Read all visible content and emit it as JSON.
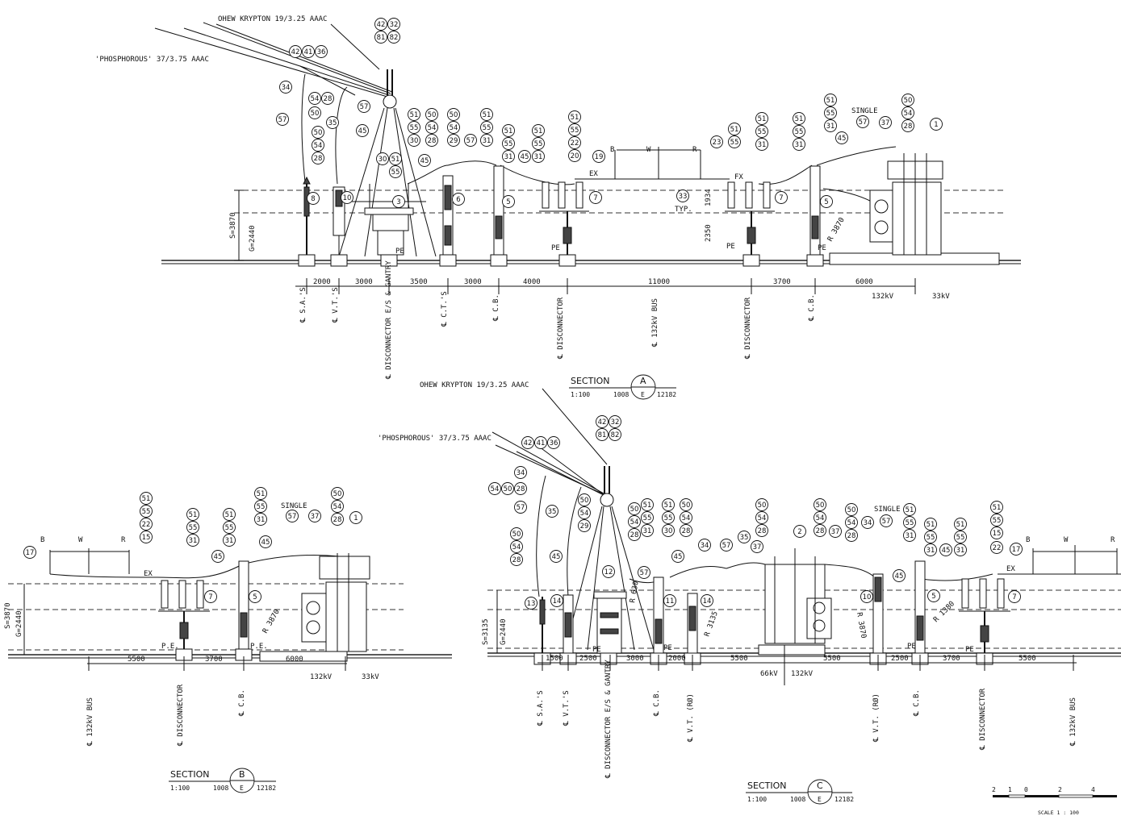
{
  "section_a": {
    "conductor_ohew": "OHEW KRYPTON 19/3.25 AAAC",
    "conductor_phos": "'PHOSPHOROUS' 37/3.75 AAAC",
    "level_s": "S=3870",
    "level_g": "G=2440",
    "dims": [
      "2000",
      "3000",
      "3500",
      "3000",
      "4000",
      "11000",
      "3700",
      "6000"
    ],
    "voltage_left": "132kV",
    "voltage_right": "33kV",
    "centerlines": [
      "S.A.'S",
      "V.T.'S",
      "DISCONNECTOR E/S & GANTRY",
      "C.T.'S",
      "C.B.",
      "DISCONNECTOR",
      "132kV BUS",
      "DISCONNECTOR",
      "C.B."
    ],
    "notes": {
      "ex": "EX",
      "fx": "FX",
      "single": "SINGLE",
      "typ": "TYP.",
      "h1934": "1934",
      "h2350": "2350",
      "radius": "R 3870",
      "pe": "PE",
      "b": "B",
      "w": "W",
      "r": "R"
    },
    "title": {
      "label": "SECTION",
      "letter": "A",
      "scale": "1:100",
      "ref": "1008",
      "sheet": "E",
      "drawing": "12182"
    }
  },
  "section_b": {
    "level_s": "S=3870",
    "level_g": "G=2440",
    "dims": [
      "5500",
      "3700",
      "6000"
    ],
    "voltage_left": "132kV",
    "voltage_right": "33kV",
    "centerlines": [
      "132kV BUS",
      "DISCONNECTOR",
      "C.B."
    ],
    "notes": {
      "ex": "EX",
      "single": "SINGLE",
      "pe": "P.E.",
      "radius": "R 3870",
      "b": "B",
      "w": "W",
      "r": "R"
    },
    "title": {
      "label": "SECTION",
      "letter": "B",
      "scale": "1:100",
      "ref": "1008",
      "sheet": "E",
      "drawing": "12182"
    }
  },
  "section_c": {
    "conductor_ohew": "OHEW KRYPTON 19/3.25 AAAC",
    "conductor_phos": "'PHOSPHOROUS' 37/3.75 AAAC",
    "level_s": "S=3135",
    "level_g": "G=2440",
    "dims": [
      "1500",
      "2500",
      "3000",
      "2000",
      "5500",
      "5500",
      "2500",
      "3700",
      "5500"
    ],
    "voltage_left": "66kV",
    "voltage_right": "132kV",
    "centerlines": [
      "S.A.'S",
      "V.T.'S",
      "DISCONNECTOR E/S & GANTRY",
      "C.B.",
      "V.T. (RØ)",
      "V.T. (RØ)",
      "C.B.",
      "DISCONNECTOR",
      "132kV BUS"
    ],
    "notes": {
      "ex": "EX",
      "single": "SINGLE",
      "pe": "PE",
      "r630": "R 630",
      "r3135": "R 3135",
      "r3870": "R 3870",
      "r1380": "R 1380",
      "b": "B",
      "w": "W",
      "r": "R"
    },
    "title": {
      "label": "SECTION",
      "letter": "C",
      "scale": "1:100",
      "ref": "1008",
      "sheet": "E",
      "drawing": "12182"
    }
  },
  "scale_bar": {
    "ticks": [
      "2",
      "1",
      "0",
      "2",
      "4"
    ],
    "label": "SCALE 1 : 100"
  },
  "balloons_a": [
    "42",
    "32",
    "81",
    "82",
    "42",
    "41",
    "36",
    "34",
    "54",
    "28",
    "50",
    "57",
    "57",
    "35",
    "50",
    "54",
    "28",
    "45",
    "30",
    "51",
    "55",
    "45",
    "51",
    "55",
    "30",
    "50",
    "54",
    "28",
    "50",
    "54",
    "29",
    "57",
    "51",
    "55",
    "31",
    "51",
    "55",
    "31",
    "45",
    "51",
    "55",
    "31",
    "51",
    "55",
    "22",
    "20",
    "19",
    "23",
    "51",
    "55",
    "51",
    "55",
    "31",
    "51",
    "55",
    "31",
    "51",
    "55",
    "31",
    "45",
    "57",
    "37",
    "50",
    "54",
    "28",
    "1",
    "8",
    "10",
    "3",
    "6",
    "5",
    "7",
    "33",
    "7",
    "5"
  ],
  "balloons_b": [
    "17",
    "51",
    "55",
    "22",
    "15",
    "51",
    "55",
    "31",
    "51",
    "55",
    "31",
    "51",
    "55",
    "31",
    "45",
    "57",
    "37",
    "50",
    "54",
    "28",
    "1",
    "45",
    "7",
    "5"
  ],
  "balloons_c": [
    "42",
    "32",
    "81",
    "82",
    "42",
    "41",
    "36",
    "34",
    "54",
    "50",
    "28",
    "57",
    "50",
    "54",
    "28",
    "35",
    "50",
    "54",
    "29",
    "45",
    "12",
    "50",
    "54",
    "28",
    "51",
    "55",
    "31",
    "51",
    "55",
    "30",
    "50",
    "54",
    "28",
    "45",
    "57",
    "34",
    "57",
    "35",
    "37",
    "50",
    "54",
    "28",
    "2",
    "50",
    "54",
    "28",
    "37",
    "50",
    "54",
    "28",
    "34",
    "57",
    "51",
    "55",
    "31",
    "51",
    "55",
    "31",
    "45",
    "51",
    "55",
    "31",
    "51",
    "55",
    "15",
    "22",
    "17",
    "13",
    "14",
    "11",
    "14",
    "10",
    "45",
    "5",
    "7"
  ]
}
